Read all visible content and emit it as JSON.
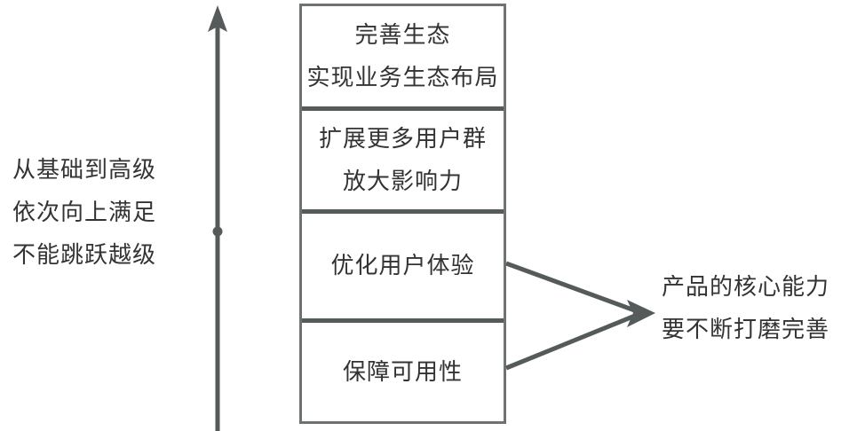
{
  "diagram": {
    "type": "layered-hierarchy-with-annotations",
    "colors": {
      "text": "#333333",
      "box_border": "#6e7272",
      "divider": "#555a5a",
      "arrow": "#555a5a",
      "background": "#ffffff"
    },
    "left_note": {
      "lines": [
        "从基础到高级",
        "依次向上满足",
        "不能跳跃越级"
      ]
    },
    "axis": {
      "direction": "up",
      "node_marker": "dot"
    },
    "levels": [
      {
        "index": 4,
        "lines": [
          "完善生态",
          "实现业务生态布局"
        ]
      },
      {
        "index": 3,
        "lines": [
          "扩展更多用户群",
          "放大影响力"
        ]
      },
      {
        "index": 2,
        "lines": [
          "优化用户体验"
        ]
      },
      {
        "index": 1,
        "lines": [
          "保障可用性"
        ]
      }
    ],
    "right_note": {
      "lines": [
        "产品的核心能力",
        "要不断打磨完善"
      ]
    }
  }
}
